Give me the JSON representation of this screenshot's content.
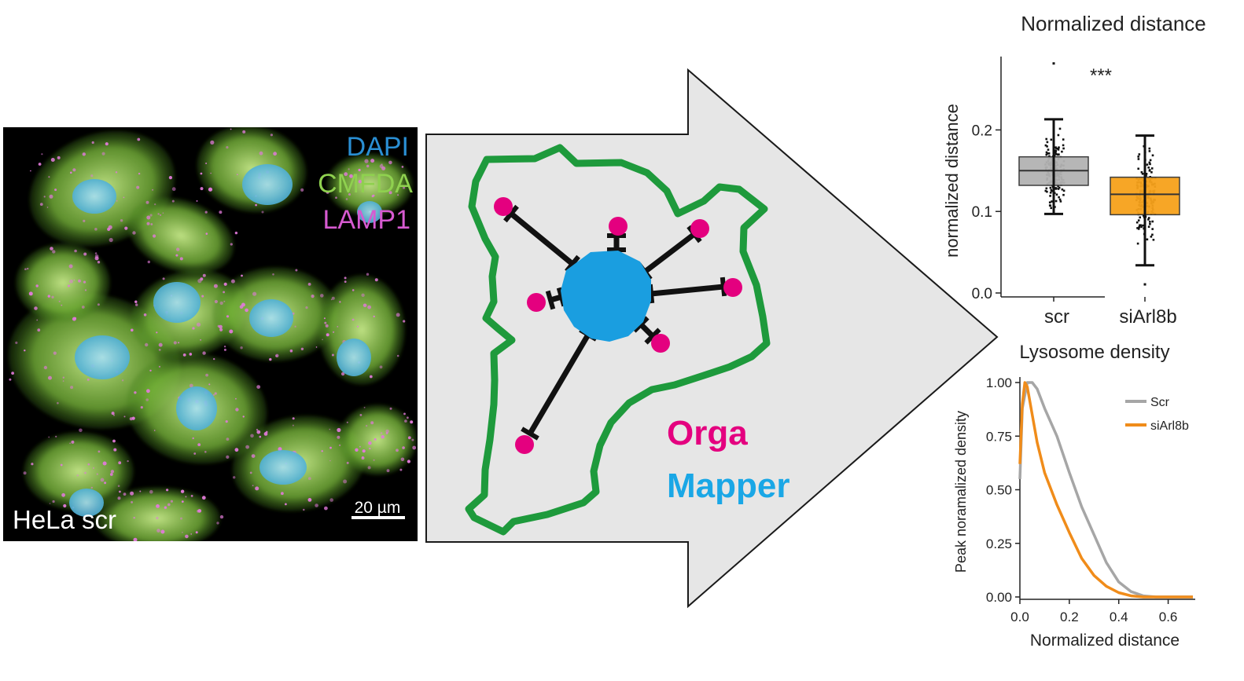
{
  "micrograph": {
    "labels": [
      "DAPI",
      "CMFDA",
      "LAMP1"
    ],
    "caption": "HeLa scr",
    "scalebar": "20 µm"
  },
  "tool": {
    "name_line1": "Orga",
    "name_line2": "Mapper"
  },
  "colors": {
    "dapi": "#2a8fd4",
    "cmfda": "#8fd14f",
    "lamp1": "#d65ad0",
    "nucleus": "#1a9ee0",
    "organelle": "#e4007f",
    "outline": "#1e9a3c",
    "arrow_fill": "#e6e6e6",
    "scr": "#b3b3b3",
    "siarl8b": "#f7a21b"
  },
  "chart_data": [
    {
      "type": "box",
      "title": "Normalized distance",
      "xlabel": "",
      "ylabel": "normalized distance",
      "categories": [
        "scr",
        "siArl8b"
      ],
      "ylim": [
        0,
        0.29
      ],
      "yticks": [
        0.0,
        0.1,
        0.2
      ],
      "ytick_labels": [
        "0.0",
        "0.1",
        "0.2"
      ],
      "significance": "***",
      "boxes": [
        {
          "name": "scr",
          "q1": 0.132,
          "median": 0.15,
          "q3": 0.167,
          "whisker_low": 0.097,
          "whisker_high": 0.213,
          "outliers": [
            0.283
          ],
          "color": "#b3b3b3"
        },
        {
          "name": "siArl8b",
          "q1": 0.096,
          "median": 0.121,
          "q3": 0.142,
          "whisker_low": 0.034,
          "whisker_high": 0.193,
          "outliers": [
            0.012
          ],
          "color": "#f7a21b"
        }
      ]
    },
    {
      "type": "line",
      "title": "Lysosome density",
      "xlabel": "Normalized distance",
      "ylabel": "Peak noramalized density",
      "xlim": [
        0,
        0.7
      ],
      "ylim": [
        0,
        1.0
      ],
      "xticks": [
        0.0,
        0.2,
        0.4,
        0.6
      ],
      "xtick_labels": [
        "0.0",
        "0.2",
        "0.4",
        "0.6"
      ],
      "yticks": [
        0.0,
        0.25,
        0.5,
        0.75,
        1.0
      ],
      "ytick_labels": [
        "0.00",
        "0.25",
        "0.50",
        "0.75",
        "1.00"
      ],
      "legend_position": "top-right",
      "series": [
        {
          "name": "Scr",
          "color": "#a6a6a6",
          "x": [
            0.0,
            0.01,
            0.03,
            0.05,
            0.07,
            0.1,
            0.15,
            0.2,
            0.25,
            0.3,
            0.35,
            0.4,
            0.45,
            0.5,
            0.55,
            0.6,
            0.7
          ],
          "y": [
            0.55,
            0.88,
            1.0,
            1.0,
            0.97,
            0.88,
            0.75,
            0.58,
            0.42,
            0.29,
            0.16,
            0.07,
            0.025,
            0.005,
            0.0,
            0.0,
            0.0
          ]
        },
        {
          "name": "siArl8b",
          "color": "#f08c1a",
          "x": [
            0.0,
            0.01,
            0.02,
            0.03,
            0.05,
            0.07,
            0.1,
            0.15,
            0.2,
            0.25,
            0.3,
            0.35,
            0.4,
            0.45,
            0.5,
            0.6,
            0.7
          ],
          "y": [
            0.62,
            0.9,
            1.0,
            0.98,
            0.85,
            0.72,
            0.58,
            0.43,
            0.3,
            0.18,
            0.1,
            0.05,
            0.02,
            0.005,
            0.0,
            0.0,
            0.0
          ]
        }
      ]
    }
  ]
}
